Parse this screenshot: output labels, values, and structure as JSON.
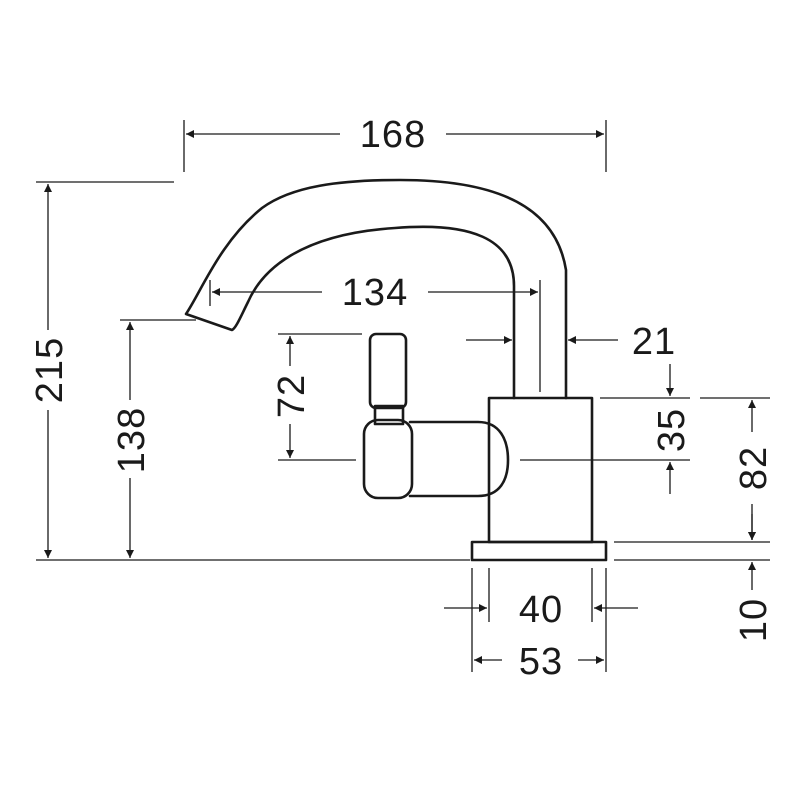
{
  "dimensions": {
    "overall_width": "168",
    "spout_reach": "134",
    "spout_diameter": "21",
    "lever_height": "72",
    "body_top_to_lever": "35",
    "body_height": "82",
    "base_thickness": "10",
    "body_width": "40",
    "base_width": "53",
    "overall_height": "215",
    "spout_height": "138"
  }
}
